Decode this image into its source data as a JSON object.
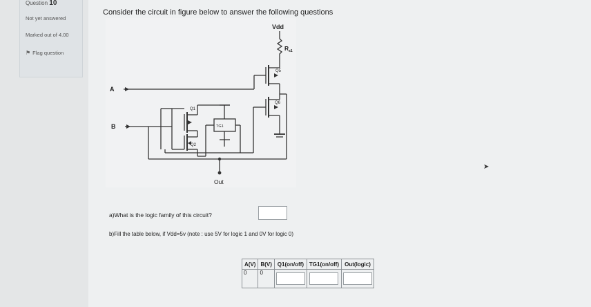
{
  "question_info": {
    "number_label": "Question",
    "number": "10",
    "state": "Not yet answered",
    "grade": "Marked out of 4.00",
    "flag": "Flag question"
  },
  "question": {
    "intro": "Consider the circuit in figure below to answer the following questions",
    "part_a": "a)What is the logic family of this circuit?",
    "part_b": "b)Fill the table below, if Vdd=5v  (note : use 5V for logic 1 and 0V for logic 0)"
  },
  "circuit": {
    "vdd": "Vdd",
    "r_label": "R",
    "r_sub": "s1",
    "input_a": "A",
    "input_b": "B",
    "output": "Out",
    "q1": "Q1",
    "q2": "Q2",
    "q5": "Q5",
    "q6": "Q6",
    "tg": "TG1"
  },
  "truth_table": {
    "headers": [
      "A(V)",
      "B(V)",
      "Q1(on/off)",
      "TG1(on/off)",
      "Out(logic)"
    ],
    "row": {
      "a": "0",
      "b": "0"
    }
  }
}
